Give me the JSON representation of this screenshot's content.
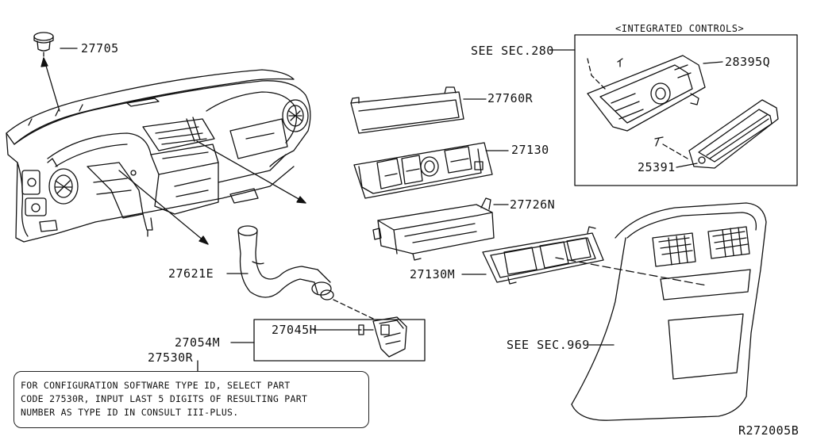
{
  "diagram": {
    "header": "<INTEGRATED CONTROLS>",
    "ref_code": "R272005B"
  },
  "parts": {
    "p27705": "27705",
    "p27760R": "27760R",
    "p27130": "27130",
    "p27726N": "27726N",
    "p27130M": "27130M",
    "p27621E": "27621E",
    "p27054M": "27054M",
    "p27045H": "27045H",
    "p27530R": "27530R",
    "p28395Q": "28395Q",
    "p25391": "25391"
  },
  "references": {
    "sec280": "SEE SEC.280",
    "sec969": "SEE SEC.969"
  },
  "note": {
    "line1": "FOR CONFIGURATION SOFTWARE TYPE ID, SELECT PART",
    "line2": "CODE 27530R, INPUT LAST 5 DIGITS OF RESULTING PART",
    "line3": "NUMBER AS TYPE ID IN CONSULT III-PLUS."
  }
}
